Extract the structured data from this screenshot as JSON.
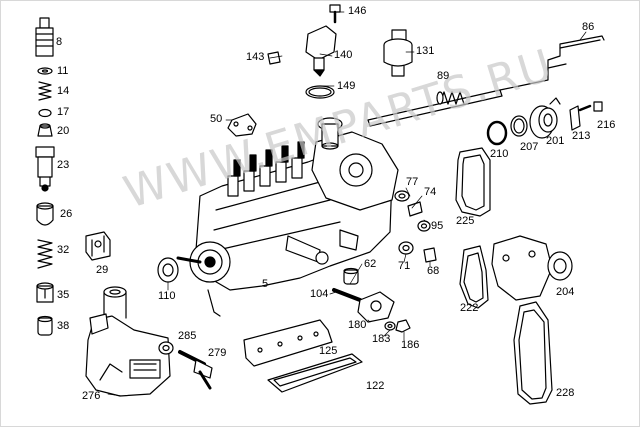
{
  "watermark": "WWW.EMPARTS.RU",
  "labels": {
    "p8": "8",
    "p11": "11",
    "p14": "14",
    "p17": "17",
    "p20": "20",
    "p23": "23",
    "p26": "26",
    "p32": "32",
    "p35": "35",
    "p38": "38",
    "p29": "29",
    "p276": "276",
    "p285": "285",
    "p279": "279",
    "p110": "110",
    "p5": "5",
    "p50": "50",
    "p143": "143",
    "p146": "146",
    "p140": "140",
    "p131": "131",
    "p149": "149",
    "p89": "89",
    "p86": "86",
    "p210": "210",
    "p207": "207",
    "p201": "201",
    "p213": "213",
    "p216": "216",
    "p77": "77",
    "p74": "74",
    "p95": "95",
    "p225": "225",
    "p71": "71",
    "p68": "68",
    "p62": "62",
    "p104": "104",
    "p180": "180",
    "p183": "183",
    "p186": "186",
    "p125": "125",
    "p122": "122",
    "p222": "222",
    "p204": "204",
    "p228": "228"
  }
}
